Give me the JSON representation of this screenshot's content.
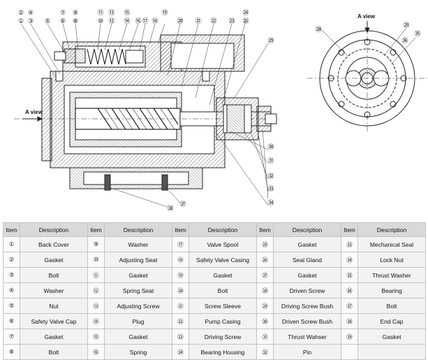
{
  "drawing": {
    "main_view_label": "A view",
    "end_view_label": "A view",
    "balloons_top": [
      "②",
      "④",
      "⑦",
      "⑨",
      "⑪",
      "⑬",
      "⑮",
      "⑲",
      "①",
      "③",
      "⑤",
      "⑥",
      "⑧",
      "⑩",
      "⑫",
      "⑭",
      "⑯",
      "⑰",
      "⑱",
      "⑳",
      "㉑",
      "㉒",
      "㉔",
      "㉓",
      "㉕"
    ],
    "balloons_right": [
      "㉙",
      "㉚",
      "㉛",
      "㉜",
      "㉝",
      "㉞"
    ],
    "balloons_bottom": [
      "㊲",
      "㊳"
    ],
    "balloons_end_view": [
      "㉘",
      "㉙",
      "㉟",
      "㊱"
    ]
  },
  "table": {
    "col_item": "Item",
    "col_description": "Description",
    "columns": [
      [
        {
          "no": "①",
          "desc": "Back Cover"
        },
        {
          "no": "②",
          "desc": "Gasket"
        },
        {
          "no": "③",
          "desc": "Bolt"
        },
        {
          "no": "④",
          "desc": "Washer"
        },
        {
          "no": "⑤",
          "desc": "Nut"
        },
        {
          "no": "⑥",
          "desc": "Safety Valve Cap"
        },
        {
          "no": "⑦",
          "desc": "Gasket"
        },
        {
          "no": "⑧",
          "desc": "Bolt"
        }
      ],
      [
        {
          "no": "⑨",
          "desc": "Washer"
        },
        {
          "no": "⑩",
          "desc": "Adjusting Seat"
        },
        {
          "no": "⑪",
          "desc": "Gasket"
        },
        {
          "no": "⑫",
          "desc": "Spring Seat"
        },
        {
          "no": "⑬",
          "desc": "Adjusting Screw"
        },
        {
          "no": "⑭",
          "desc": "Plug"
        },
        {
          "no": "⑮",
          "desc": "Gasket"
        },
        {
          "no": "⑯",
          "desc": "Spring"
        }
      ],
      [
        {
          "no": "⑰",
          "desc": "Valve Spool"
        },
        {
          "no": "⑱",
          "desc": "Safety Valve Casing"
        },
        {
          "no": "⑲",
          "desc": "Gasket"
        },
        {
          "no": "⑳",
          "desc": "Bolt"
        },
        {
          "no": "㉑",
          "desc": "Screw Sleeve"
        },
        {
          "no": "㉒",
          "desc": "Pump Casing"
        },
        {
          "no": "㉓",
          "desc": "Driving Screw"
        },
        {
          "no": "㉔",
          "desc": "Bearing Housing"
        }
      ],
      [
        {
          "no": "㉕",
          "desc": "Gasket"
        },
        {
          "no": "㉖",
          "desc": "Seal Gland"
        },
        {
          "no": "㉗",
          "desc": "Gasket"
        },
        {
          "no": "㉘",
          "desc": "Driven Screw"
        },
        {
          "no": "㉙",
          "desc": "Driving Screw Bush"
        },
        {
          "no": "㉚",
          "desc": "Driven Screw Bush"
        },
        {
          "no": "㉛",
          "desc": "Thrust Wahser"
        },
        {
          "no": "㉜",
          "desc": "Pin"
        }
      ],
      [
        {
          "no": "㉝",
          "desc": "Mechanical Seal"
        },
        {
          "no": "㉞",
          "desc": "Lock Nut"
        },
        {
          "no": "㉟",
          "desc": "Thrust Washer"
        },
        {
          "no": "㊱",
          "desc": "Bearing"
        },
        {
          "no": "㊲",
          "desc": "Bolt"
        },
        {
          "no": "㊳",
          "desc": "End Cap"
        },
        {
          "no": "㊴",
          "desc": "Gasket"
        },
        {
          "no": "",
          "desc": ""
        }
      ]
    ]
  }
}
